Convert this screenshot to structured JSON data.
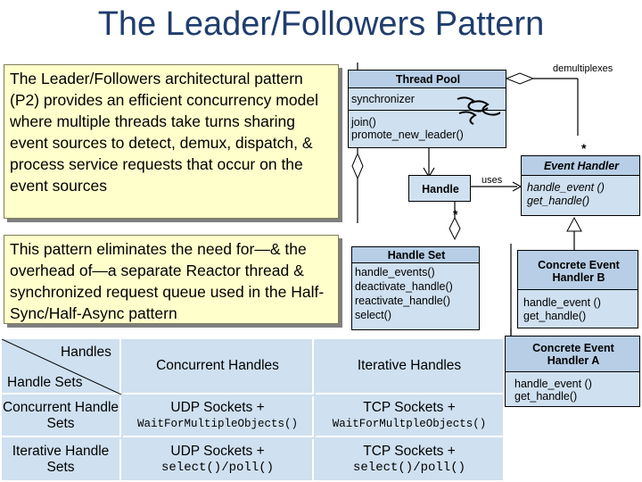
{
  "title": "The Leader/Followers Pattern",
  "paragraph1": "The Leader/Followers architectural pattern (P2) provides an efficient concurrency model where multiple threads take turns sharing event sources to detect, demux, dispatch, & process service requests that occur on the event sources",
  "paragraph2": "This pattern eliminates the need for—& the overhead of—a separate Reactor thread & synchronized request queue used in the Half-Sync/Half-Async pattern",
  "diagram": {
    "thread_pool": {
      "name": "Thread Pool",
      "attribute": "synchronizer",
      "methods": [
        "join()",
        "promote_new_leader()"
      ]
    },
    "handle": {
      "name": "Handle"
    },
    "handle_set": {
      "name": "Handle Set",
      "methods": [
        "handle_events()",
        "deactivate_handle()",
        "reactivate_handle()",
        "select()"
      ]
    },
    "event_handler": {
      "name": "Event Handler",
      "methods": [
        "handle_event ()",
        "get_handle()"
      ]
    },
    "concrete_b": {
      "name": "Concrete Event Handler B",
      "methods": [
        "handle_event ()",
        "get_handle()"
      ]
    },
    "concrete_a": {
      "name": "Concrete Event Handler A",
      "methods": [
        "handle_event ()",
        "get_handle()"
      ]
    },
    "labels": {
      "demultiplexes": "demultiplexes",
      "uses": "uses",
      "star1": "*",
      "star2": "*"
    }
  },
  "table": {
    "corner_top": "Handles",
    "corner_bottom": "Handle Sets",
    "columns": [
      "Concurrent Handles",
      "Iterative Handles"
    ],
    "rows": [
      {
        "header": "Concurrent Handle Sets",
        "cells": [
          {
            "title": "UDP Sockets +",
            "code": "WaitForMultipleObjects()"
          },
          {
            "title": "TCP Sockets +",
            "code": "WaitForMultpleObjects()"
          }
        ]
      },
      {
        "header": "Iterative Handle Sets",
        "cells": [
          {
            "title": "UDP Sockets +",
            "code": "select()/poll()"
          },
          {
            "title": "TCP Sockets +",
            "code": "select()/poll()"
          }
        ]
      }
    ]
  },
  "colors": {
    "title": "#1f3d6e",
    "note_fill": "#ffffcc",
    "class_fill": "#cfe0f0",
    "table_header": "#1f3d6e",
    "table_cell": "#cfe0f0"
  }
}
